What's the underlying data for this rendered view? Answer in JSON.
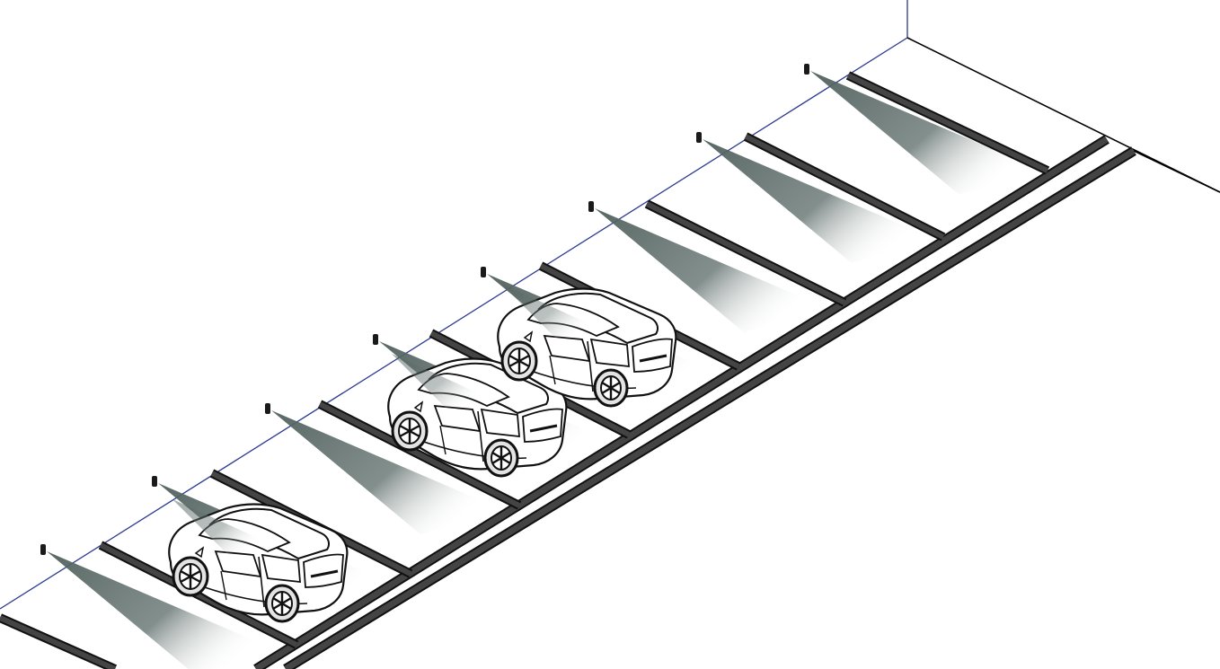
{
  "scene": {
    "background": "#ffffff",
    "wall_line_color": "#2b3a8f",
    "floor_line_color": "#000000",
    "stripe_color": "#444444",
    "stripe_edge_color": "#111111",
    "beam_color": "#5f6f6c",
    "sensor_color": "#1a1a1a",
    "car_body_color": "#ffffff",
    "car_line_color": "#111111"
  },
  "parking": {
    "bay_count": 8,
    "occupied_bays": [
      2,
      4,
      5
    ],
    "sensor_count": 8,
    "items": [
      {
        "bay": 1,
        "occupied": false,
        "sensor": "ceiling-sensor"
      },
      {
        "bay": 2,
        "occupied": true,
        "sensor": "ceiling-sensor"
      },
      {
        "bay": 3,
        "occupied": false,
        "sensor": "ceiling-sensor"
      },
      {
        "bay": 4,
        "occupied": true,
        "sensor": "ceiling-sensor"
      },
      {
        "bay": 5,
        "occupied": true,
        "sensor": "ceiling-sensor"
      },
      {
        "bay": 6,
        "occupied": false,
        "sensor": "ceiling-sensor"
      },
      {
        "bay": 7,
        "occupied": false,
        "sensor": "ceiling-sensor"
      },
      {
        "bay": 8,
        "occupied": false,
        "sensor": "ceiling-sensor"
      }
    ]
  }
}
